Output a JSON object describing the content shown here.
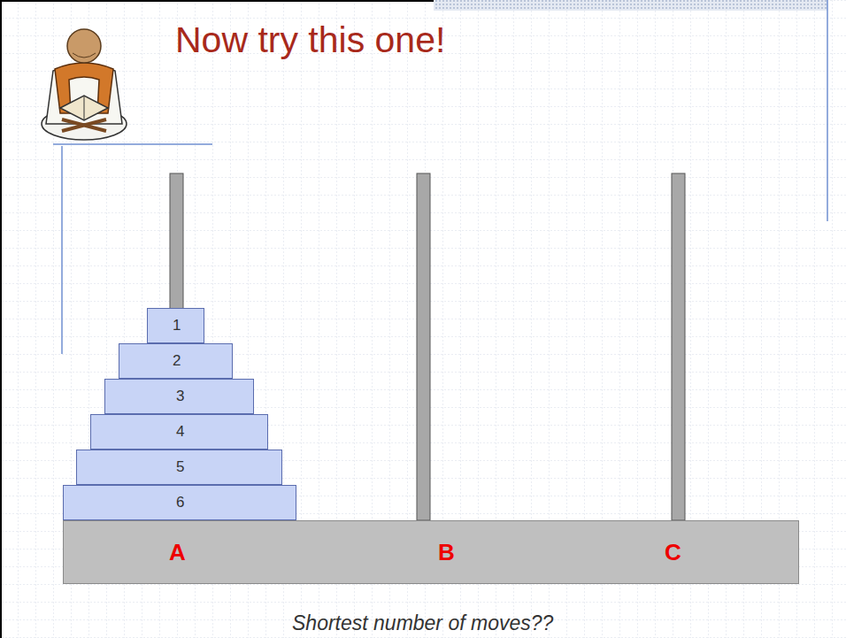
{
  "diagram": {
    "title": "Now try this one!",
    "caption": "Shortest number of moves??",
    "nodes": [
      {
        "text": [
          "1"
        ]
      },
      {
        "text": [
          "2"
        ]
      },
      {
        "text": [
          "3"
        ]
      },
      {
        "text": [
          "4"
        ]
      },
      {
        "text": [
          "5"
        ]
      },
      {
        "text": [
          "6"
        ]
      },
      {
        "text": [
          "A",
          "B",
          "C"
        ]
      }
    ]
  }
}
